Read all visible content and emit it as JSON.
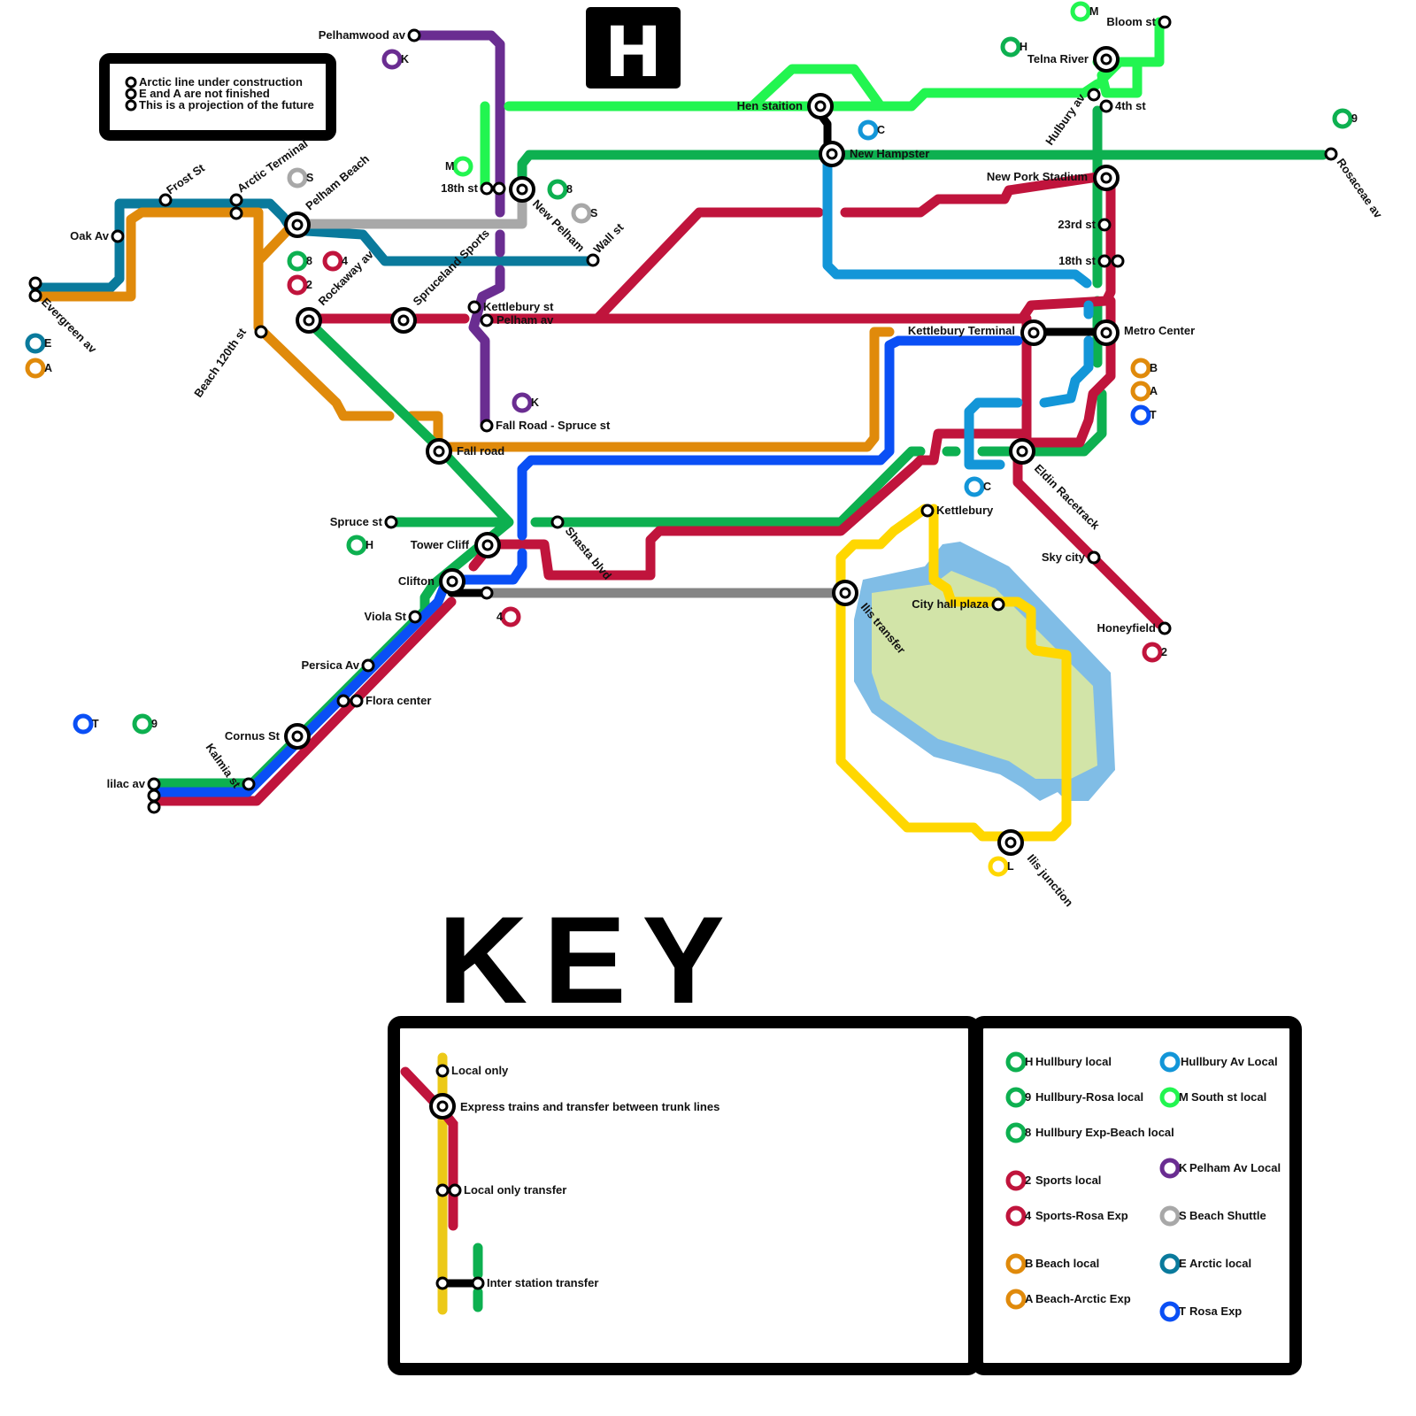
{
  "notes": [
    "Arctic line under construction",
    "E and A are not finished",
    "This is a projection of the future"
  ],
  "logo_letter": "H",
  "key_title": "KEY",
  "key_symbols": {
    "local_only": "Local only",
    "express": "Express trains and transfer between trunk lines",
    "local_transfer": "Local only transfer",
    "inter_station": "Inter station transfer"
  },
  "routes": [
    {
      "code": "H",
      "name": "Hullbury local",
      "color": "#0db050"
    },
    {
      "code": "9",
      "name": "Hullbury-Rosa local",
      "color": "#0db050"
    },
    {
      "code": "8",
      "name": "Hullbury Exp-Beach local",
      "color": "#0db050"
    },
    {
      "code": "2",
      "name": "Sports local",
      "color": "#c0143c"
    },
    {
      "code": "4",
      "name": "Sports-Rosa Exp",
      "color": "#c0143c"
    },
    {
      "code": "B",
      "name": "Beach local",
      "color": "#e08a0b"
    },
    {
      "code": "A",
      "name": "Beach-Arctic Exp",
      "color": "#e08a0b"
    },
    {
      "code": "",
      "name": "Hullbury Av Local",
      "color": "#1396d8"
    },
    {
      "code": "M",
      "name": "South st local",
      "color": "#22f550"
    },
    {
      "code": "K",
      "name": "Pelham Av Local",
      "color": "#6a2d91"
    },
    {
      "code": "S",
      "name": "Beach Shuttle",
      "color": "#a0a0a0"
    },
    {
      "code": "E",
      "name": "Arctic local",
      "color": "#0a7a9c"
    },
    {
      "code": "T",
      "name": "Rosa Exp",
      "color": "#0a4ff5"
    }
  ],
  "stations": {
    "pelhamwood": "Pelhamwood av",
    "frost": "Frost St",
    "arctic_terminal": "Arctic Terminal",
    "pelham_beach": "Pelham Beach",
    "oak": "Oak Av",
    "evergreen": "Evergreen av",
    "rockaway": "Rockaway av",
    "spruceland": "Spruceland Sports",
    "kettlebury_st": "Kettlebury st",
    "pelham_av": "Pelham av",
    "fall_road_spruce": "Fall Road - Spruce st",
    "beach_120": "Beach 120th st",
    "fall_road": "Fall road",
    "eighteenth_w": "18th st",
    "new_pelham": "New Pelham",
    "wall": "Wall st",
    "hen": "Hen staition",
    "new_hampster": "New Hampster",
    "telna": "Telna River",
    "bloom": "Bloom st",
    "hulbury_av": "Hulbury av",
    "fourth": "4th st",
    "rosaceae": "Rosaceae av",
    "new_pork": "New Pork Stadium",
    "twentythird": "23rd st",
    "eighteenth_e": "18th st",
    "kettlebury_terminal": "Kettlebury Terminal",
    "metro_center": "Metro Center",
    "eldin": "Eldin Racetrack",
    "sky_city": "Sky city",
    "honeyfield": "Honeyfield",
    "kettlebury": "Kettlebury",
    "city_hall": "City hall plaza",
    "ilis_transfer": "Ilis transfer",
    "ilis_junction": "Ilis junction",
    "spruce_st": "Spruce st",
    "tower_cliff": "Tower Cliff",
    "shasta": "Shasta blvd",
    "clifton": "Clifton",
    "viola": "Viola St",
    "persica": "Persica Av",
    "flora": "Flora center",
    "cornus": "Cornus St",
    "kalmia": "Kalmia st",
    "lilac": "lilac av"
  },
  "route_badges": [
    "E",
    "A",
    "K",
    "S",
    "8",
    "4",
    "2",
    "H",
    "M",
    "8",
    "S",
    "K",
    "4",
    "T",
    "9",
    "M",
    "H",
    "C",
    "9",
    "B",
    "A",
    "T",
    "C",
    "2",
    "L"
  ]
}
